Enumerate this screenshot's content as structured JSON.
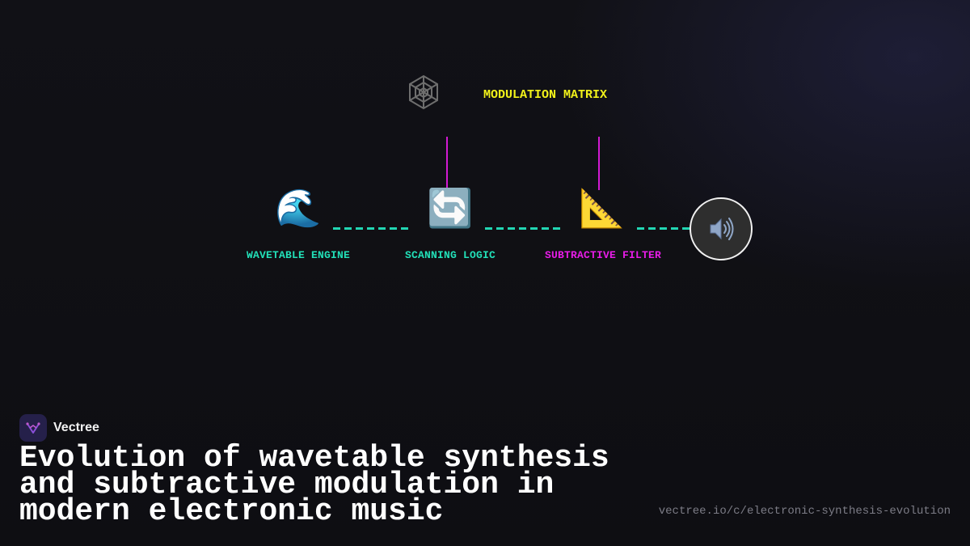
{
  "diagram": {
    "nodes": [
      {
        "id": "wavetable",
        "label": "WAVETABLE ENGINE",
        "icon": "wave-icon",
        "glyph": "🌊",
        "color": "#22e0b8"
      },
      {
        "id": "scanning",
        "label": "SCANNING LOGIC",
        "icon": "cycle-arrows-icon",
        "glyph": "🔄",
        "color": "#22e0b8"
      },
      {
        "id": "filter",
        "label": "SUBTRACTIVE FILTER",
        "icon": "triangular-ruler-icon",
        "glyph": "📐",
        "color": "#e81ce8"
      },
      {
        "id": "output",
        "label": "",
        "icon": "speaker-icon",
        "glyph": "🔊"
      }
    ],
    "modulation": {
      "label": "MODULATION MATRIX",
      "icon": "web-icon",
      "color": "#f2f21a"
    },
    "colors": {
      "signal_path": "#22d6b3",
      "modulation_path": "#d21ad2"
    }
  },
  "brand": {
    "name": "Vectree",
    "logo": "vectree-logo-icon"
  },
  "title": "Evolution of wavetable synthesis and subtractive modulation in modern electronic music",
  "url": "vectree.io/c/electronic-synthesis-evolution"
}
